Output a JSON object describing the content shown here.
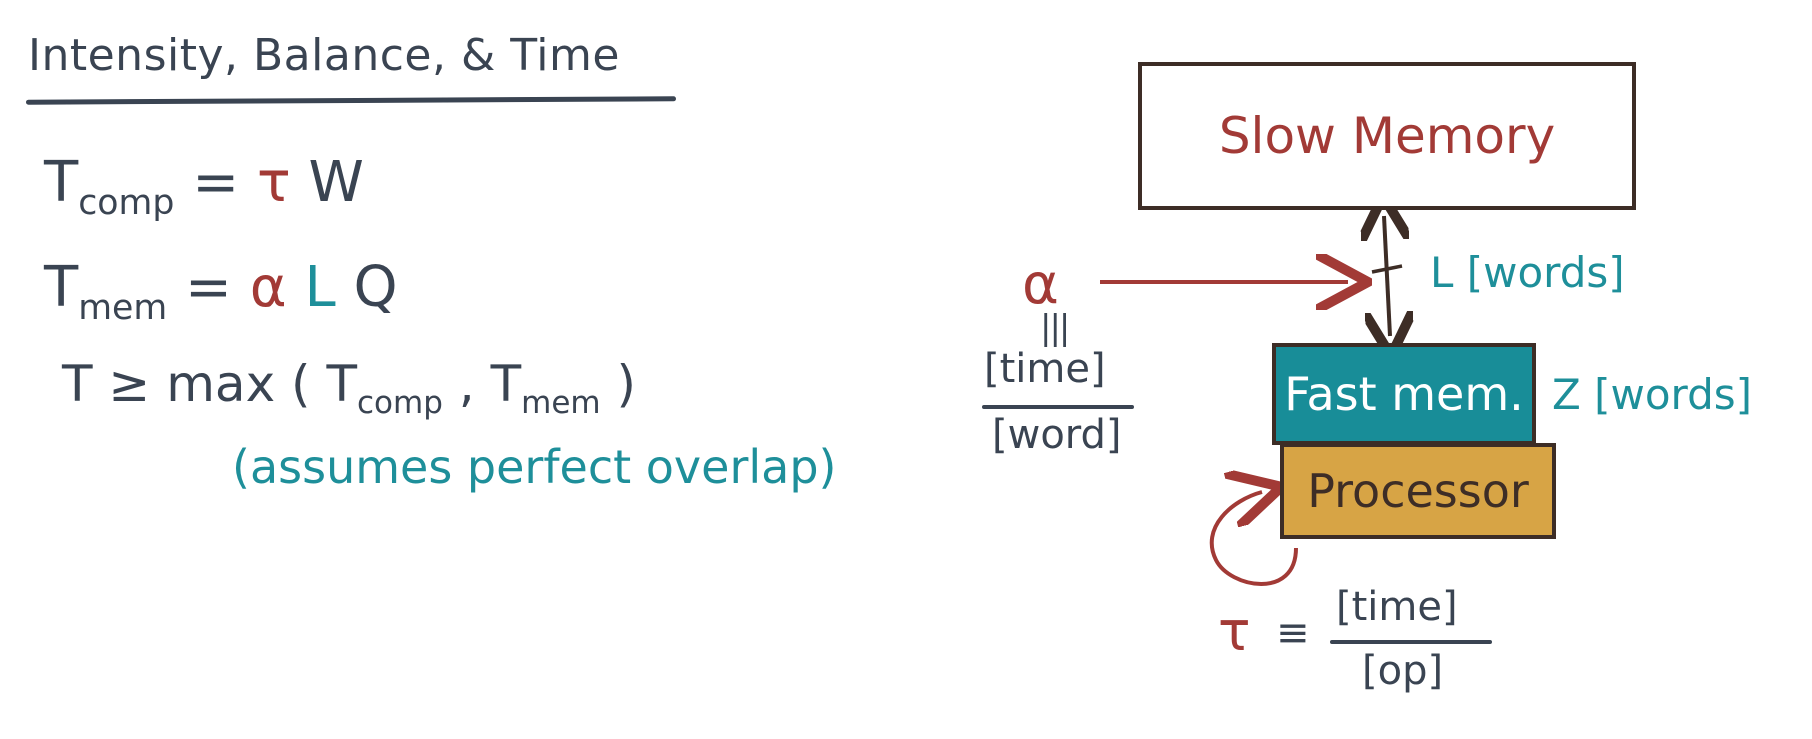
{
  "left": {
    "title": "Intensity, Balance, & Time",
    "eq1": {
      "lhs": "T",
      "sub": "comp",
      "eq": " = ",
      "tau": "τ",
      "w": " W"
    },
    "eq2": {
      "lhs": "T",
      "sub": "mem",
      "eq": " = ",
      "alpha": "α",
      "l": " L",
      "q": " Q"
    },
    "eq3": {
      "lhs": "T ≥ max ( T",
      "sub1": "comp",
      "mid": " , T",
      "sub2": "mem",
      "end": " )"
    },
    "note": "(assumes perfect overlap)"
  },
  "diagram": {
    "slow_memory": "Slow Memory",
    "fast_memory": "Fast mem.",
    "processor": "Processor",
    "alpha": "α",
    "alpha_equiv": "|||",
    "alpha_numerator": "[time]",
    "alpha_denominator": "[word]",
    "l_label": "L [words]",
    "z_label": "Z [words]",
    "tau": "τ",
    "tau_equiv": "≡",
    "tau_numerator": "[time]",
    "tau_denominator": "[op]"
  },
  "colors": {
    "ink": "#3a4452",
    "red": "#a23a36",
    "teal": "#1e8f9a",
    "box_border": "#3d2d26",
    "fast_mem_fill": "#188d98",
    "processor_fill": "#d7a445"
  }
}
